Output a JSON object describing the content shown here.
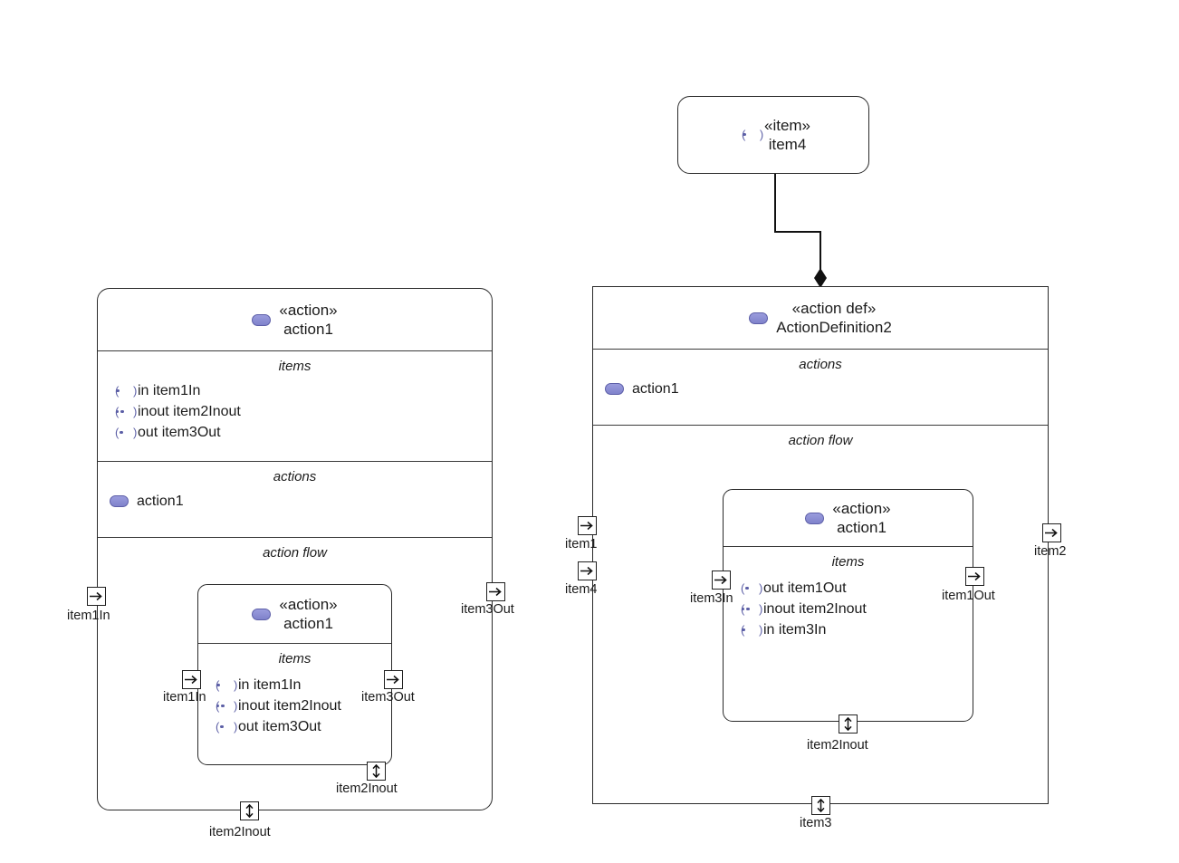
{
  "diagram": {
    "kind": "sysml-action-diagram",
    "background": "#ffffff",
    "accent_icon_fill": "#8b8dd4",
    "glyph_color": "#5c5fa6",
    "line_color": "#2a2a2a"
  },
  "item4_node": {
    "stereotype": "«item»",
    "name": "item4",
    "icon": "port-in-icon"
  },
  "left_action": {
    "stereotype": "«action»",
    "name": "action1",
    "icon": "action-pill-icon",
    "items_compartment": {
      "title": "items",
      "rows": [
        {
          "direction": "in",
          "label": "in item1In"
        },
        {
          "direction": "inout",
          "label": "inout item2Inout"
        },
        {
          "direction": "out",
          "label": "out item3Out"
        }
      ]
    },
    "actions_compartment": {
      "title": "actions",
      "rows": [
        {
          "icon": "action-pill-icon",
          "label": "action1"
        }
      ]
    },
    "action_flow_compartment": {
      "title": "action flow"
    },
    "ports": [
      {
        "name": "item1In",
        "glyph": "arrow-right-icon",
        "side": "left"
      },
      {
        "name": "item3Out",
        "glyph": "arrow-right-icon",
        "side": "right"
      },
      {
        "name": "item2Inout",
        "glyph": "arrow-updown-icon",
        "side": "bottom"
      }
    ]
  },
  "left_nested_action": {
    "stereotype": "«action»",
    "name": "action1",
    "icon": "action-pill-icon",
    "items_compartment": {
      "title": "items",
      "rows": [
        {
          "direction": "in",
          "label": "in item1In"
        },
        {
          "direction": "inout",
          "label": "inout item2Inout"
        },
        {
          "direction": "out",
          "label": "out item3Out"
        }
      ]
    },
    "ports": [
      {
        "name": "item1In",
        "glyph": "arrow-right-icon",
        "side": "left"
      },
      {
        "name": "item3Out",
        "glyph": "arrow-right-icon",
        "side": "right"
      },
      {
        "name": "item2Inout",
        "glyph": "arrow-updown-icon",
        "side": "bottom"
      }
    ]
  },
  "right_actiondef": {
    "stereotype": "«action def»",
    "name": "ActionDefinition2",
    "icon": "action-pill-icon",
    "actions_compartment": {
      "title": "actions",
      "rows": [
        {
          "icon": "action-pill-icon",
          "label": "action1"
        }
      ]
    },
    "action_flow_compartment": {
      "title": "action flow"
    },
    "ports": [
      {
        "name": "item1",
        "glyph": "arrow-right-icon",
        "side": "left"
      },
      {
        "name": "item4",
        "glyph": "arrow-right-icon",
        "side": "left"
      },
      {
        "name": "item2",
        "glyph": "arrow-right-icon",
        "side": "right"
      },
      {
        "name": "item3",
        "glyph": "arrow-updown-icon",
        "side": "bottom"
      }
    ]
  },
  "right_nested_action": {
    "stereotype": "«action»",
    "name": "action1",
    "icon": "action-pill-icon",
    "items_compartment": {
      "title": "items",
      "rows": [
        {
          "direction": "out",
          "label": "out item1Out"
        },
        {
          "direction": "inout",
          "label": "inout item2Inout"
        },
        {
          "direction": "in",
          "label": "in item3In"
        }
      ]
    },
    "ports": [
      {
        "name": "item3In",
        "glyph": "arrow-right-icon",
        "side": "left"
      },
      {
        "name": "item1Out",
        "glyph": "arrow-right-icon",
        "side": "right"
      },
      {
        "name": "item2Inout",
        "glyph": "arrow-updown-icon",
        "side": "bottom"
      }
    ]
  },
  "composition_edge": {
    "from": "item4",
    "to": "ActionDefinition2",
    "end_marker": "filled-diamond"
  }
}
